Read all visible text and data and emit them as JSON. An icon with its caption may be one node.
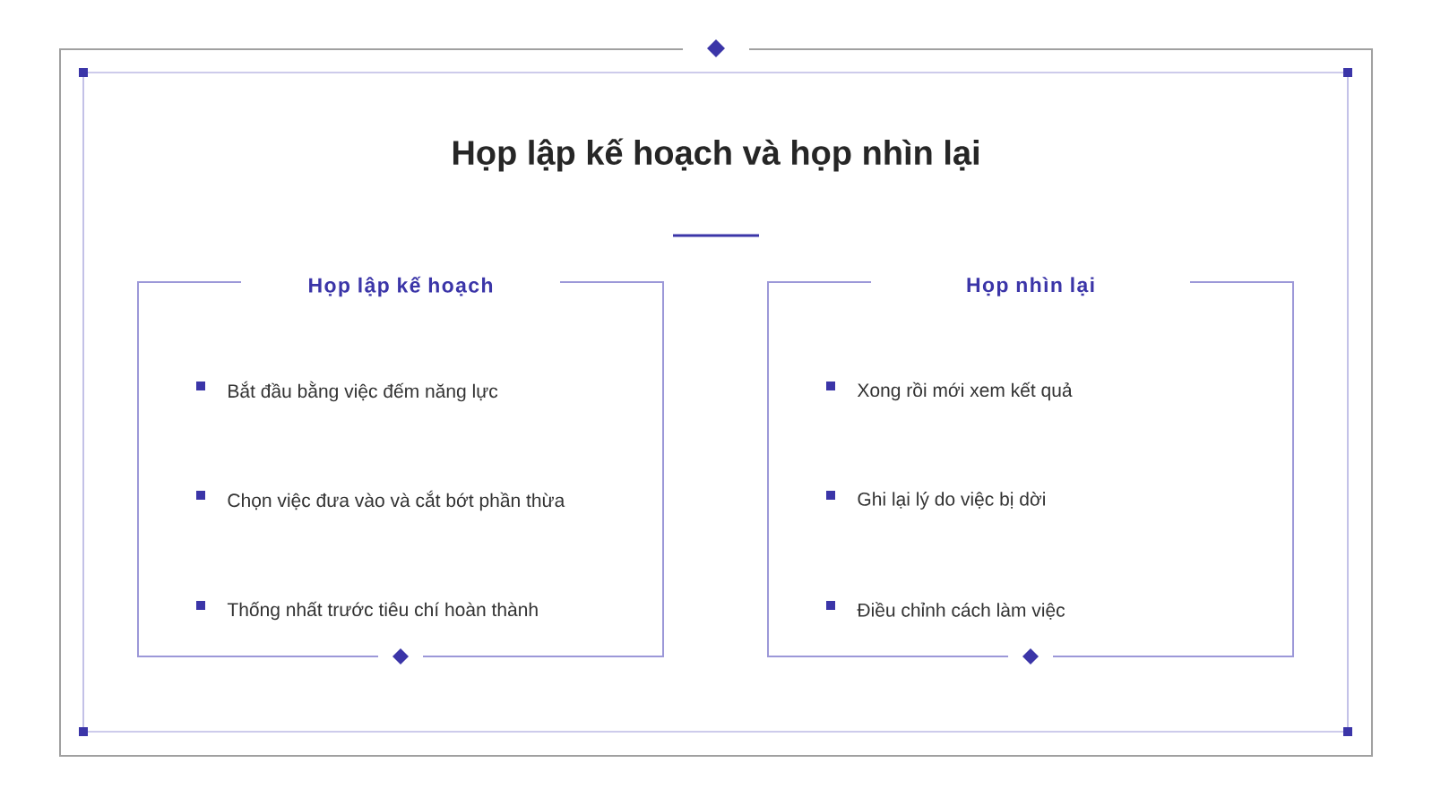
{
  "diagram": {
    "title": "Họp lập kế hoạch và họp nhìn lại",
    "nodes": [
      {
        "text": [
          "Họp lập kế hoạch",
          "Bắt đầu bằng việc đếm năng lực",
          "Chọn việc đưa vào và cắt bớt phần thừa",
          "Thống nhất trước tiêu chí hoàn thành"
        ]
      },
      {
        "text": [
          "Họp nhìn lại",
          "Xong rồi mới xem kết quả",
          "Ghi lại lý do việc bị dời",
          "Điều chỉnh cách làm việc"
        ]
      }
    ]
  }
}
